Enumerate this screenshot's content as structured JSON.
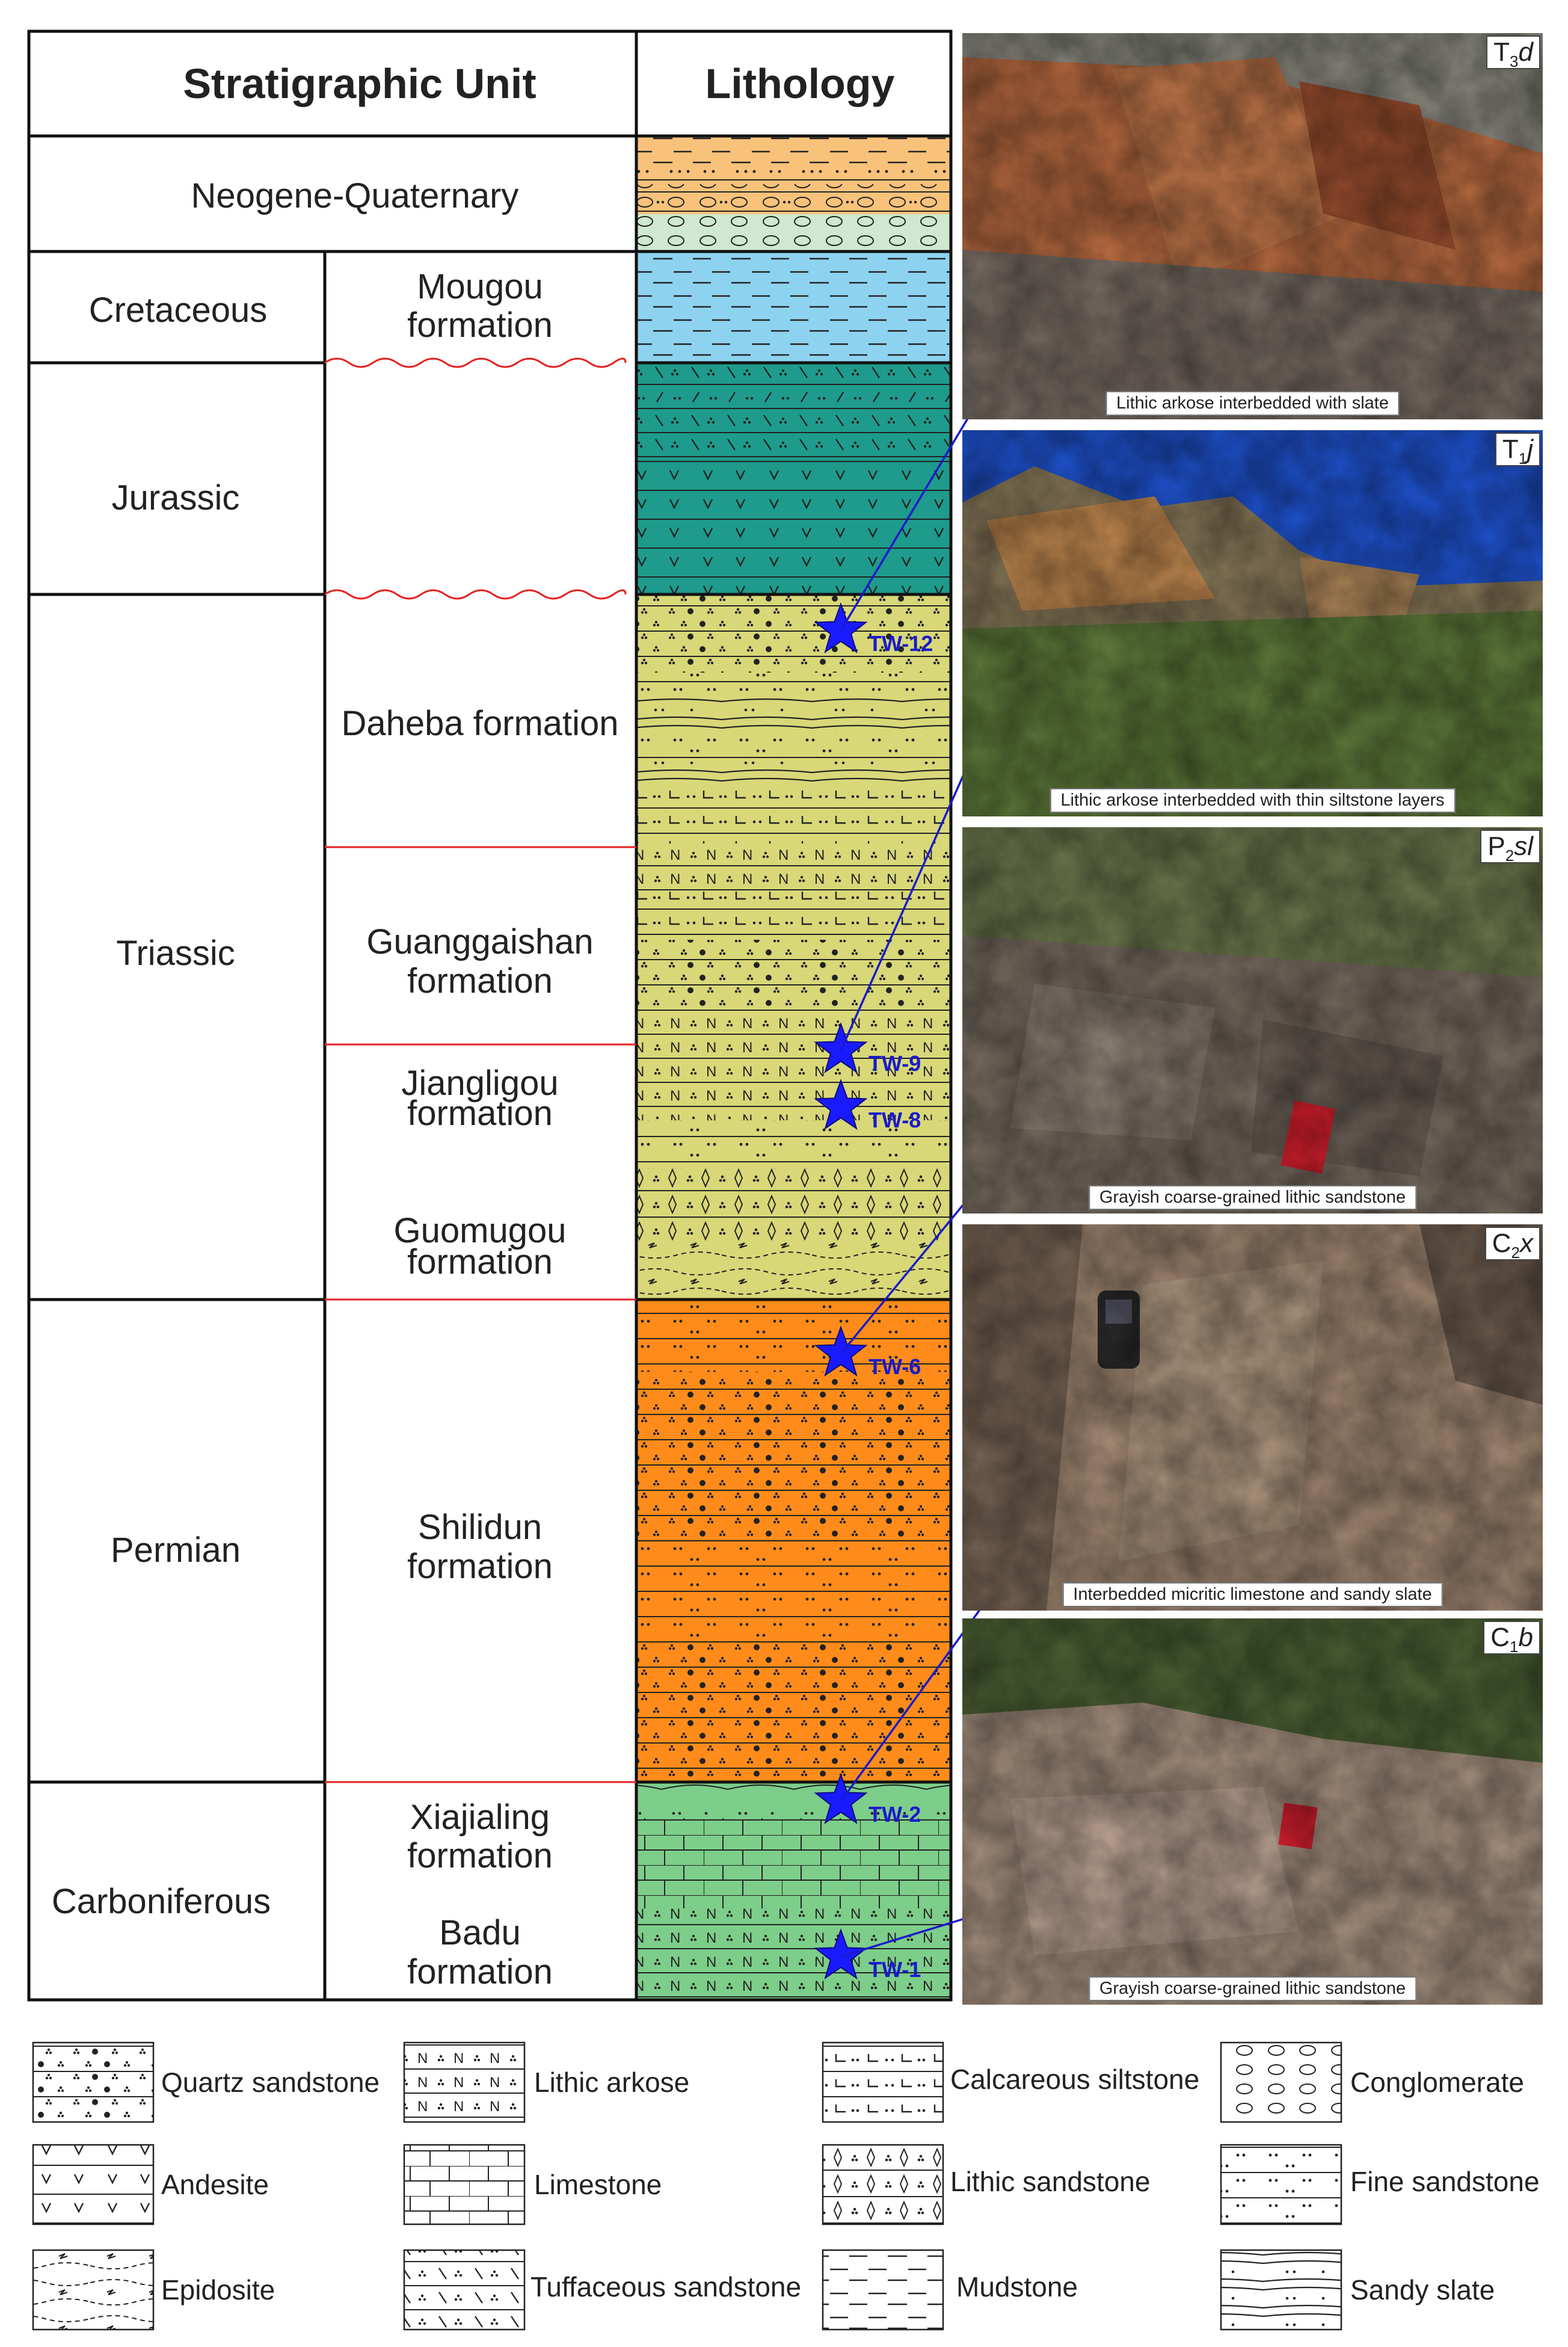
{
  "header": {
    "unit": "Stratigraphic Unit",
    "lithology": "Lithology"
  },
  "systems": [
    "Neogene-Quaternary",
    "Cretaceous",
    "Jurassic",
    "Triassic",
    "Permian",
    "Carboniferous"
  ],
  "formations": {
    "mougou": [
      "Mougou",
      "formation"
    ],
    "daheba": "Daheba formation",
    "guanggaishan": [
      "Guanggaishan",
      "formation"
    ],
    "jiangligou": [
      "Jiangligou",
      "formation"
    ],
    "guomugou": [
      "Guomugou",
      "formation"
    ],
    "shilidun": [
      "Shilidun",
      "formation"
    ],
    "xiajialing": [
      "Xiajialing",
      "formation"
    ],
    "badu": [
      "Badu",
      "formation"
    ]
  },
  "samples": [
    "TW-12",
    "TW-9",
    "TW-8",
    "TW-6",
    "TW-2",
    "TW-1"
  ],
  "photos": [
    {
      "code": "T",
      "sub": "3",
      "suffix": "d",
      "caption": "Lithic arkose interbedded with slate"
    },
    {
      "code": "T",
      "sub": "1",
      "suffix": "j",
      "caption": "Lithic arkose interbedded with thin siltstone layers"
    },
    {
      "code": "P",
      "sub": "2",
      "suffix": "sl",
      "caption": "Grayish coarse-grained lithic sandstone"
    },
    {
      "code": "C",
      "sub": "2",
      "suffix": "x",
      "caption": "Interbedded micritic limestone and sandy slate"
    },
    {
      "code": "C",
      "sub": "1",
      "suffix": "b",
      "caption": "Grayish coarse-grained lithic sandstone"
    }
  ],
  "legend": [
    "Quartz sandstone",
    "Lithic arkose",
    "Calcareous siltstone",
    "Conglomerate",
    "Andesite",
    "Limestone",
    "Lithic sandstone",
    "Fine sandstone",
    "Epidosite",
    "Tuffaceous sandstone",
    "Mudstone",
    "Sandy slate"
  ],
  "colors": {
    "neogene": "#f8c27a",
    "neogene_green": "#cfe8cf",
    "cretaceous": "#8dd3f0",
    "jurassic": "#1e9b8c",
    "triassic": "#d8d878",
    "permian": "#ff8c1a",
    "carboniferous": "#7dce8a",
    "star": "#1a1aff",
    "sample_text": "#1a1acc",
    "unconformity": "#e62020"
  }
}
